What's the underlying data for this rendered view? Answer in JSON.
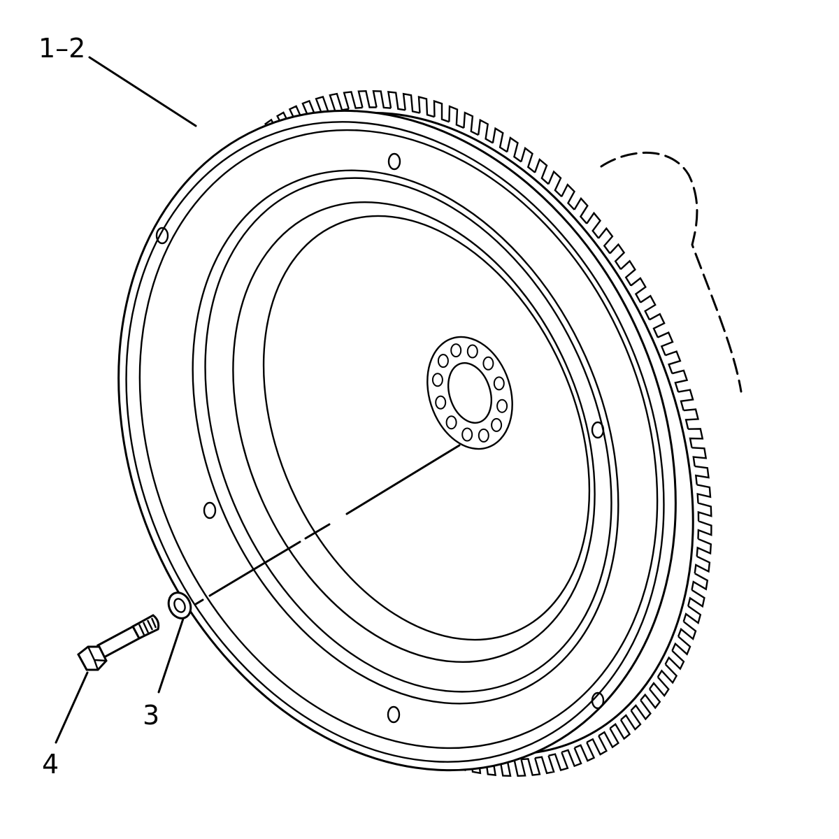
{
  "callouts": {
    "flywheel_assembly": "1–2",
    "washer": "3",
    "bolt": "4"
  },
  "style": {
    "line_color": "#000000",
    "background": "#ffffff"
  }
}
